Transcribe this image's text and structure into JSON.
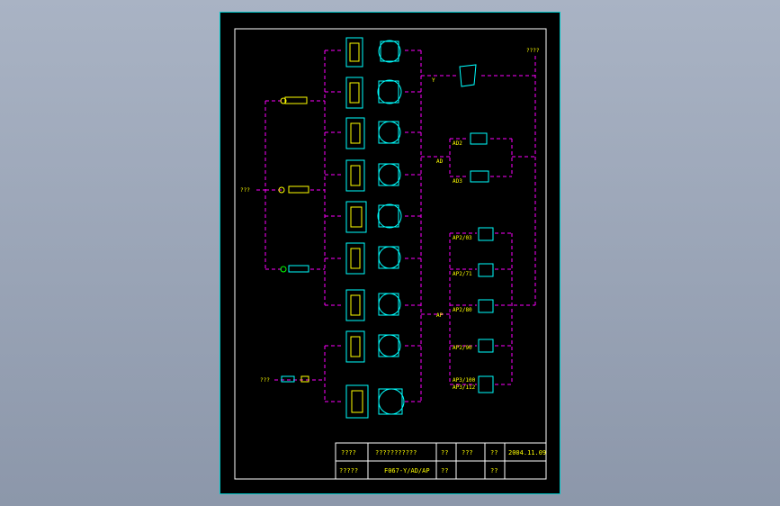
{
  "colors": {
    "background": "#9aa5b8",
    "sheet": "#000000",
    "border": "#00c8c8",
    "cyan": "#00ffff",
    "magenta": "#ff00ff",
    "yellow": "#ffff00",
    "green": "#00ff00",
    "white": "#ffffff"
  },
  "labels": {
    "left_main": "???",
    "left_bottom": "???",
    "top_right": "????",
    "branch_y": "Y",
    "branch_ad": "AD",
    "branch_ap": "AP",
    "ad_upper": "AD2",
    "ad_lower": "AD3",
    "ap_items": [
      "AP2/03",
      "AP2/71",
      "AP2/80",
      "AP2/90",
      "AP3/100"
    ],
    "ap_extra": "AP3/112"
  },
  "title_block": {
    "r1c1": "????",
    "r1c2": "???????????",
    "r1c3": "??",
    "r1c4": "???",
    "r1c5": "??",
    "r1c6": "2004.11.09",
    "r2c1": "?????",
    "r2c2": "F067-Y/AD/AP",
    "r2c3": "??",
    "r2c5": "??"
  }
}
